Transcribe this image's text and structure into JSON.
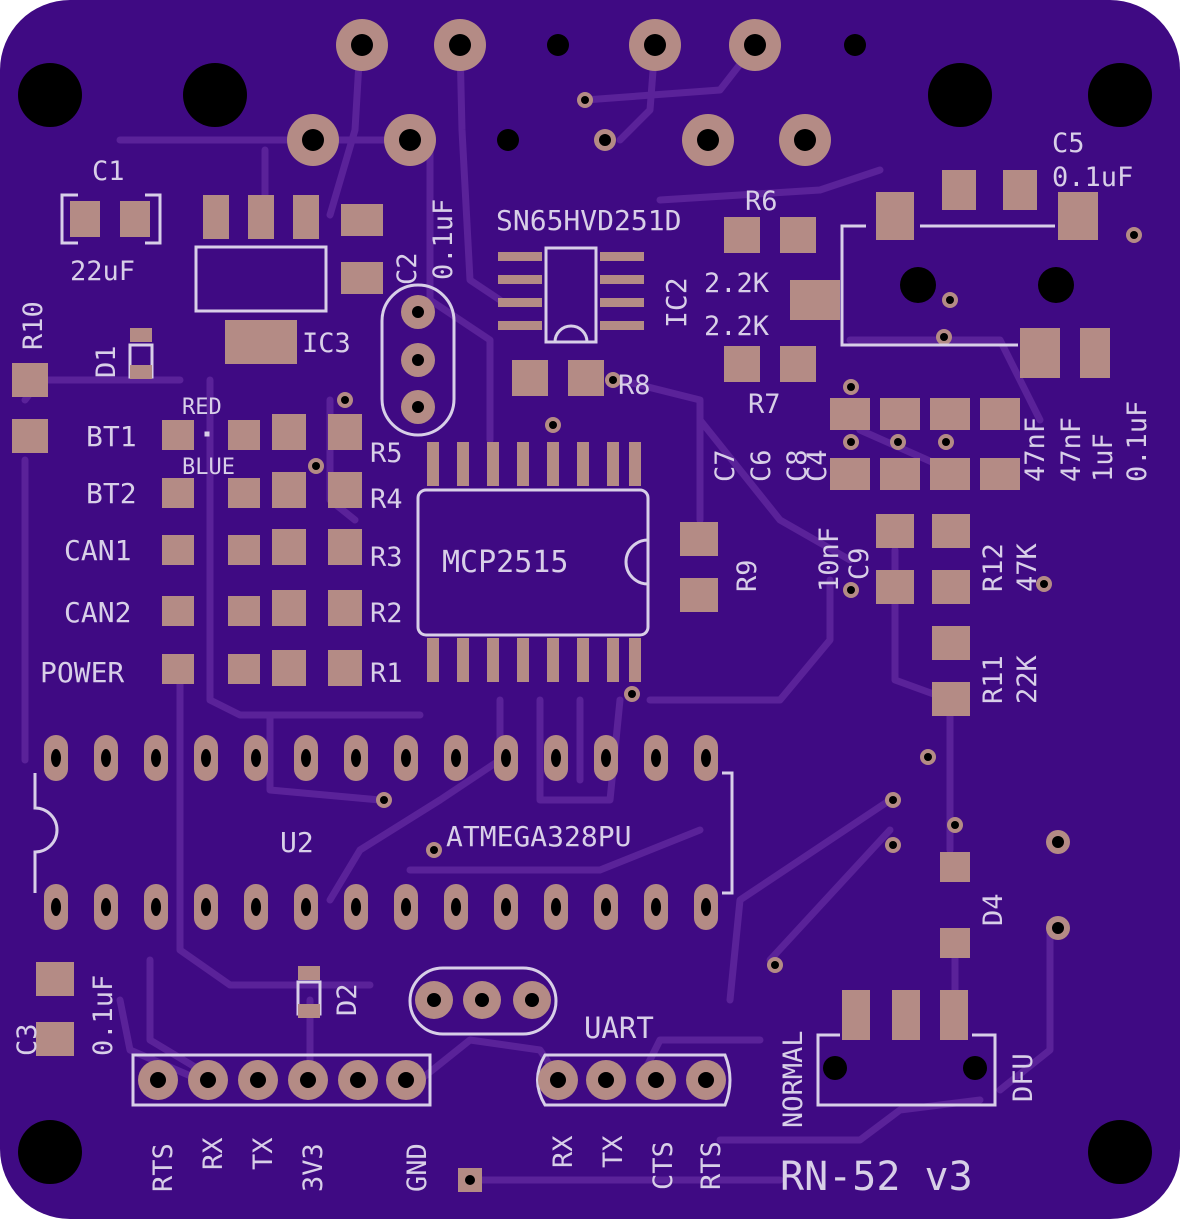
{
  "colors": {
    "board": "#3f0a83",
    "trace": "#5a2299",
    "pad": "#b48b85",
    "silkscreen": "#d8cfe8",
    "drill": "#000000"
  },
  "components": {
    "c1": {
      "ref": "C1",
      "value": "22uF"
    },
    "c2": {
      "ref": "C2",
      "value": "0.1uF"
    },
    "c3": {
      "ref": "C3",
      "value": "0.1uF"
    },
    "c5": {
      "ref": "C5",
      "value": "0.1uF"
    },
    "c4": {
      "ref": "C4",
      "value": "0.1uF"
    },
    "c6": {
      "ref": "C6",
      "value": "47nF"
    },
    "c7": {
      "ref": "C7",
      "value": "47nF"
    },
    "c8": {
      "ref": "C8",
      "value": "1uF"
    },
    "c9": {
      "ref": "C9",
      "value": "10nF"
    },
    "r1": {
      "ref": "R1"
    },
    "r2": {
      "ref": "R2"
    },
    "r3": {
      "ref": "R3"
    },
    "r4": {
      "ref": "R4"
    },
    "r5": {
      "ref": "R5"
    },
    "r6": {
      "ref": "R6",
      "value": "2.2K"
    },
    "r7": {
      "ref": "R7",
      "value": "2.2K"
    },
    "r8": {
      "ref": "R8"
    },
    "r9": {
      "ref": "R9"
    },
    "r10": {
      "ref": "R10"
    },
    "r11": {
      "ref": "R11",
      "value": "22K"
    },
    "r12": {
      "ref": "R12",
      "value": "47K"
    },
    "d1": {
      "ref": "D1"
    },
    "d2": {
      "ref": "D2"
    },
    "d4": {
      "ref": "D4"
    },
    "ic2": {
      "ref": "IC2",
      "part": "SN65HVD251D"
    },
    "ic3": {
      "ref": "IC3"
    },
    "mcp": {
      "part": "MCP2515"
    },
    "u2": {
      "ref": "U2",
      "part": "ATMEGA328PU"
    }
  },
  "leds": {
    "red_label": "RED",
    "blue_label": "BLUE",
    "items": [
      "BT1",
      "BT2",
      "CAN1",
      "CAN2",
      "POWER"
    ]
  },
  "headers": {
    "left_pins": [
      "RTS",
      "RX",
      "TX",
      "3V3",
      "GND"
    ],
    "uart_title": "UART",
    "uart_pins": [
      "RX",
      "TX",
      "CTS",
      "RTS"
    ]
  },
  "switch": {
    "left": "NORMAL",
    "right": "DFU"
  },
  "board_title": "RN-52 v3"
}
